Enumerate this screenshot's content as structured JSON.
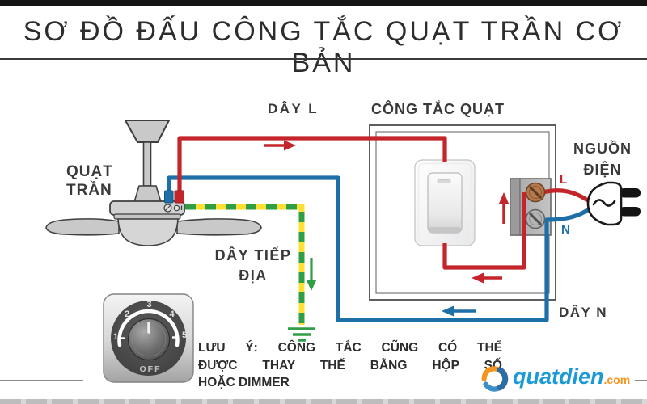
{
  "title": "SƠ ĐỒ ĐẤU CÔNG TẮC QUẠT TRẦN CƠ BẢN",
  "labels": {
    "fan_line1": "QUẠT",
    "fan_line2": "TRẦN",
    "wire_live": "DÂY L",
    "switch": "CÔNG TẮC QUẠT",
    "power_line1": "NGUỒN",
    "power_line2": "ĐIỆN",
    "ground_line1": "DÂY TIẾP",
    "ground_line2": "ĐỊA",
    "wire_neutral": "DÂY N",
    "terminal_live": "L",
    "terminal_neutral": "N"
  },
  "note": {
    "line1": "LƯU Ý: CÔNG TẮC CŨNG CÓ THỂ",
    "line2": "ĐƯỢC THAY THẾ BẰNG HỘP SỐ",
    "line3": "HOẶC DIMMER"
  },
  "dimmer": {
    "positions": [
      "1",
      "2",
      "3",
      "4",
      "5"
    ],
    "off_label": "OFF"
  },
  "logo": {
    "name": "quatdien",
    "tld": ".com"
  },
  "icons": {
    "fan_logo_icon": "fan-swirl",
    "plug_icon": "ac-plug",
    "ground_icon": "earth-ground-symbol"
  },
  "colors": {
    "live_red": "#c4252b",
    "neutral_blue": "#1d6fa8",
    "ground_yellow": "#ffe033",
    "ground_green": "#2f9e44",
    "text_dark": "#39393b",
    "logo_blue": "#1c9ad6",
    "logo_orange": "#f7941d"
  }
}
